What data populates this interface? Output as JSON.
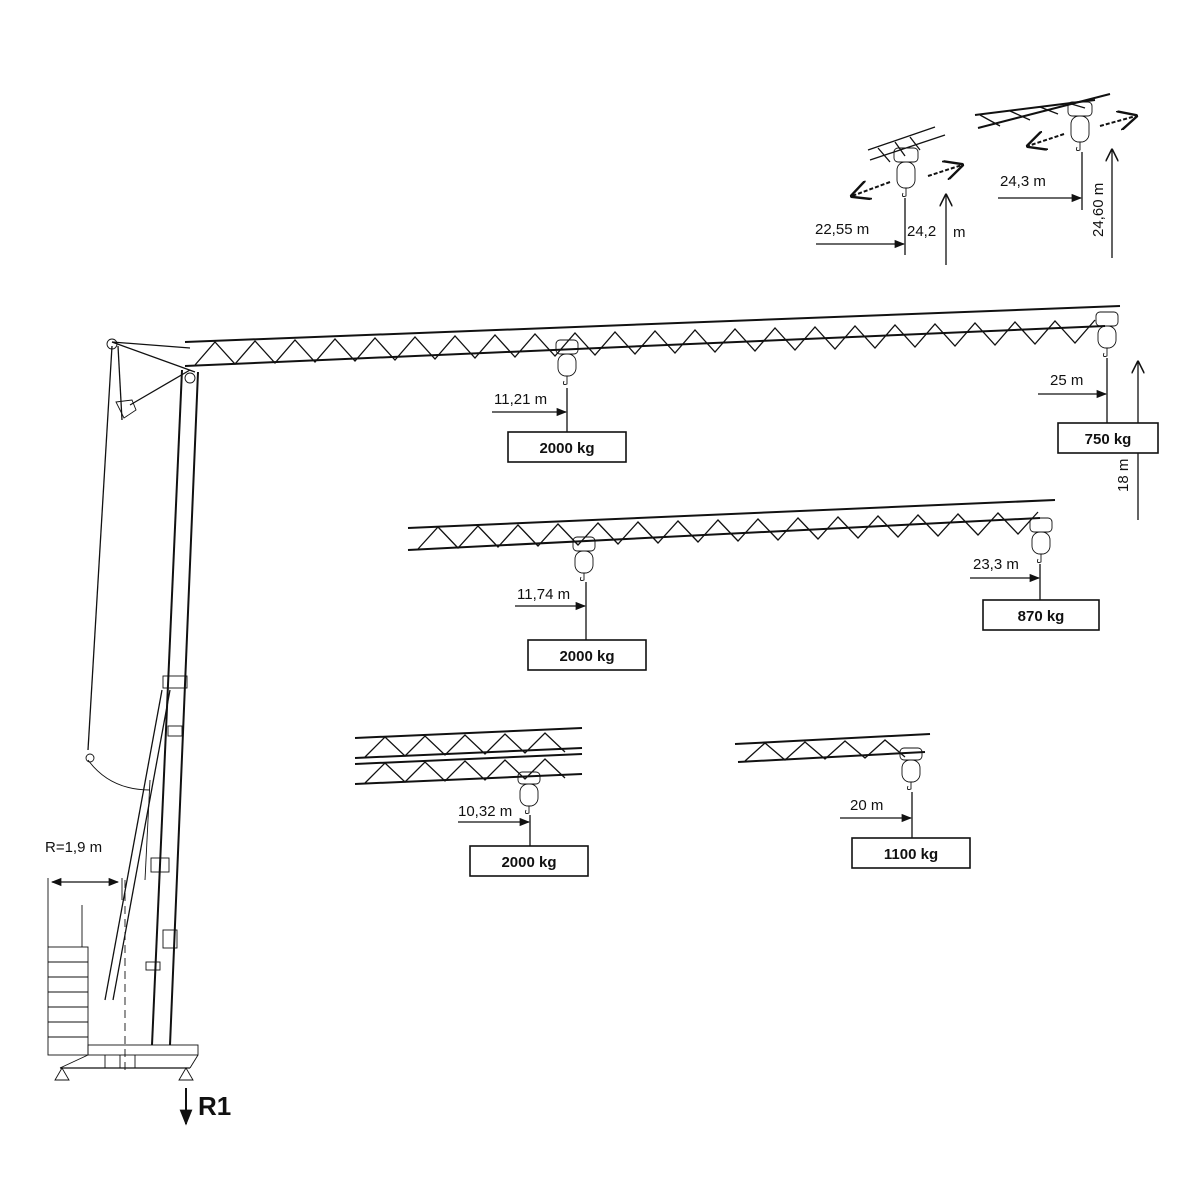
{
  "config_top_left": {
    "radius": "22,55 m",
    "height_a": "24,2",
    "height_b": "m"
  },
  "config_top_right": {
    "radius": "24,3 m",
    "height": "24,60 m"
  },
  "config_main": {
    "mid": {
      "radius": "11,21 m",
      "load": "2000 kg"
    },
    "tip": {
      "radius": "25 m",
      "load": "750 kg",
      "height": "18 m"
    }
  },
  "config_second": {
    "mid": {
      "radius": "11,74 m",
      "load": "2000 kg"
    },
    "tip": {
      "radius": "23,3 m",
      "load": "870 kg"
    }
  },
  "config_short": {
    "radius": "10,32 m",
    "load": "2000 kg"
  },
  "config_shortest": {
    "radius": "20 m",
    "load": "1100 kg"
  },
  "base": {
    "counterweight_radius": "R=1,9 m",
    "reaction": "R1"
  }
}
